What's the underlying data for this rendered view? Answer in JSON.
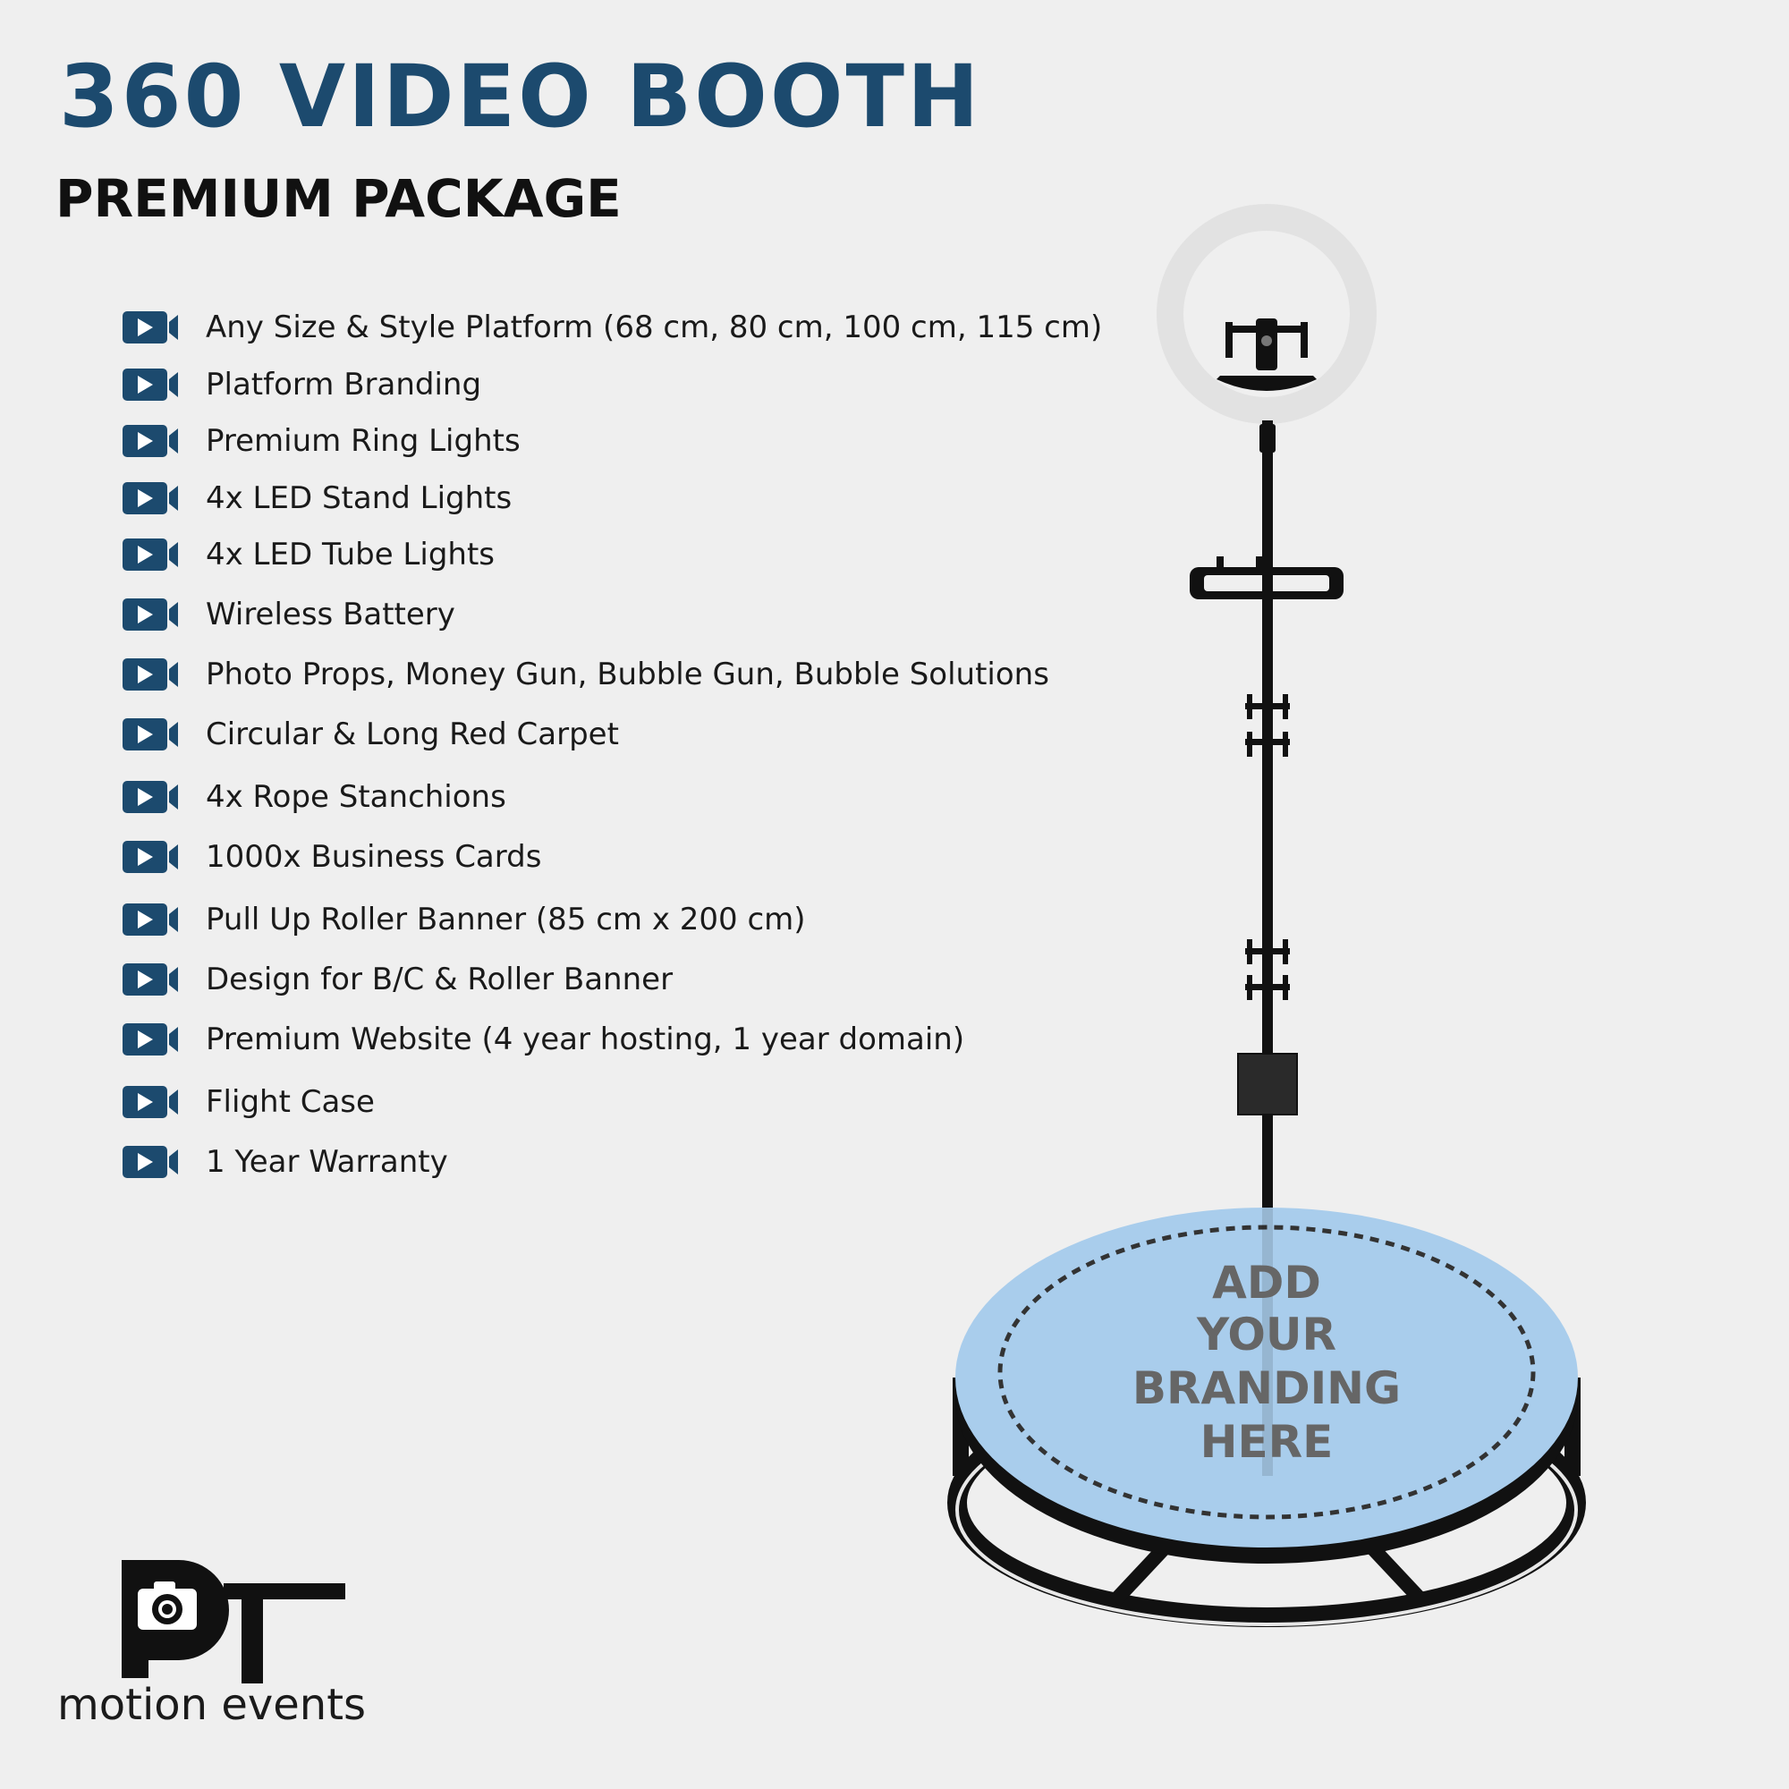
{
  "header": {
    "title": "360 VIDEO BOOTH",
    "subtitle": "PREMIUM PACKAGE"
  },
  "features": [
    "Any Size & Style Platform (68 cm, 80 cm, 100 cm, 115 cm)",
    "Platform Branding",
    "Premium Ring Lights",
    "4x LED Stand Lights",
    "4x LED Tube Lights",
    "Wireless Battery",
    "Photo Props, Money Gun, Bubble Gun, Bubble Solutions",
    "Circular & Long Red Carpet",
    "4x Rope Stanchions",
    "1000x Business Cards",
    "Pull Up Roller Banner (85 cm x 200 cm)",
    "Design for B/C & Roller Banner",
    " Premium Website (4 year hosting, 1 year domain)",
    "Flight Case",
    "1 Year Warranty"
  ],
  "platform": {
    "branding_lines": [
      "ADD",
      "YOUR",
      "BRANDING",
      "HERE"
    ]
  },
  "logo": {
    "text": "motion events",
    "mark_icon": "pt-camera-logo"
  },
  "colors": {
    "background": "#efefef",
    "accent": "#1c4a6e",
    "platform": "#a9cdec",
    "stand": "#111111"
  },
  "icons": {
    "bullet": "video-camera-icon"
  }
}
